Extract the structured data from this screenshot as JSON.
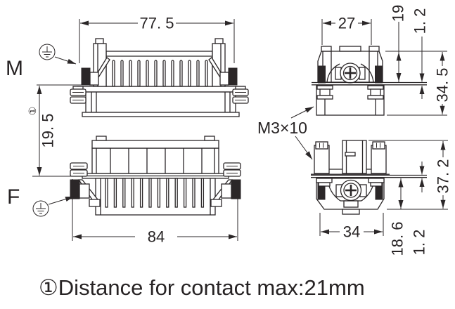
{
  "labels": {
    "male_view": "M",
    "female_view": "F",
    "screw_spec": "M3×10"
  },
  "dimensions": {
    "male_side_width": "77. 5",
    "contact_distance": "19. 5",
    "contact_note_ref": "①",
    "male_end_width": "27",
    "male_pin_depth": "19",
    "male_flange_thickness": "1. 2",
    "male_end_height": "34. 5",
    "female_side_width": "84",
    "female_end_width": "34",
    "female_body_depth": "18. 6",
    "female_flange_thickness": "1. 2",
    "female_end_height": "37. 2"
  },
  "icons": {
    "protective_earth_icon": "circle with earth/ground symbol"
  },
  "colors": {
    "line": "#2b2728",
    "text": "#272324",
    "background": "#ffffff"
  },
  "footnote": "①Distance for contact max:21mm"
}
